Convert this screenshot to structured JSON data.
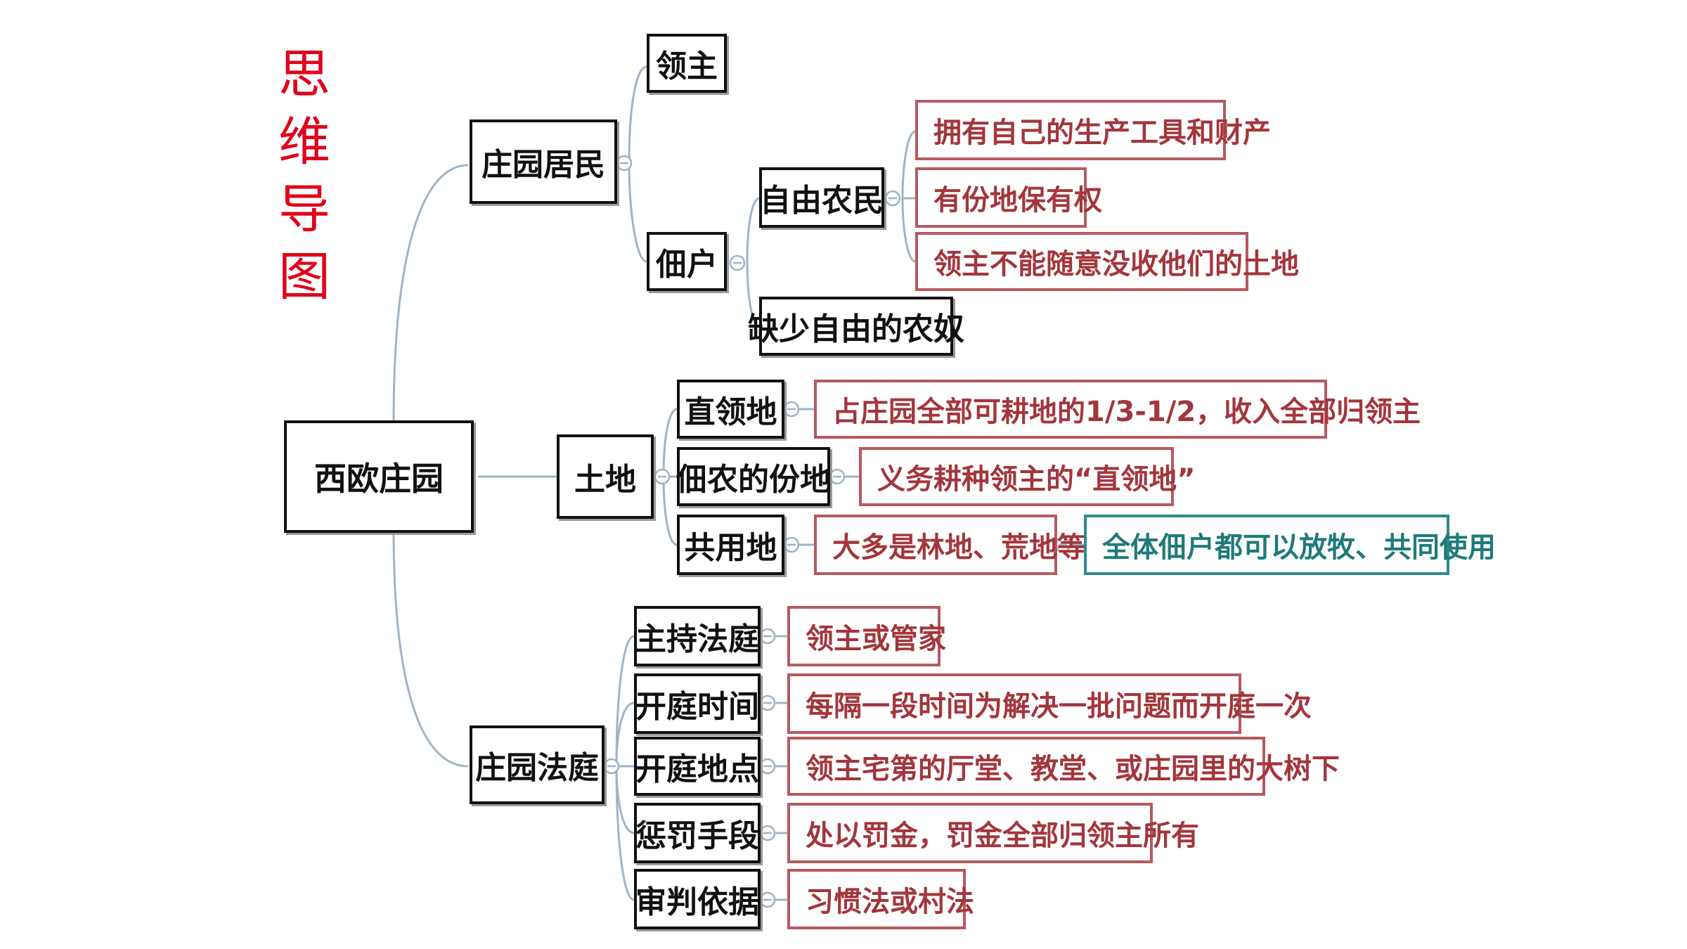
{
  "sidebar_title": [
    "思",
    "维",
    "导",
    "图"
  ],
  "mindmap": {
    "root": "西欧庄园",
    "residents": {
      "label": "庄园居民",
      "lord": "领主",
      "tenant": {
        "label": "佃户",
        "free_peasants": {
          "label": "自由农民",
          "details": [
            "拥有自己的生产工具和财产",
            "有份地保有权",
            "领主不能随意没收他们的土地"
          ]
        },
        "serfs": "缺少自由的农奴"
      }
    },
    "land": {
      "label": "土地",
      "demesne": {
        "label": "直领地",
        "detail": "占庄园全部可耕地的1/3-1/2，收入全部归领主"
      },
      "tenant_land": {
        "label": "佃农的份地",
        "detail": "义务耕种领主的“直领地”"
      },
      "common_land": {
        "label": "共用地",
        "detail": "大多是林地、荒地等",
        "note": "全体佃户都可以放牧、共同使用"
      }
    },
    "court": {
      "label": "庄园法庭",
      "items": [
        {
          "label": "主持法庭",
          "detail": "领主或管家"
        },
        {
          "label": "开庭时间",
          "detail": "每隔一段时间为解决一批问题而开庭一次"
        },
        {
          "label": "开庭地点",
          "detail": "领主宅第的厅堂、教堂、或庄园里的大树下"
        },
        {
          "label": "惩罚手段",
          "detail": "处以罚金，罚金全部归领主所有"
        },
        {
          "label": "审判依据",
          "detail": "习惯法或村法"
        }
      ]
    }
  },
  "colors": {
    "title_red": "#e2001a",
    "node_border": "#111111",
    "detail_red": "#a3363b",
    "detail_teal": "#1f7a7a",
    "connector": "#9fb4c8"
  }
}
